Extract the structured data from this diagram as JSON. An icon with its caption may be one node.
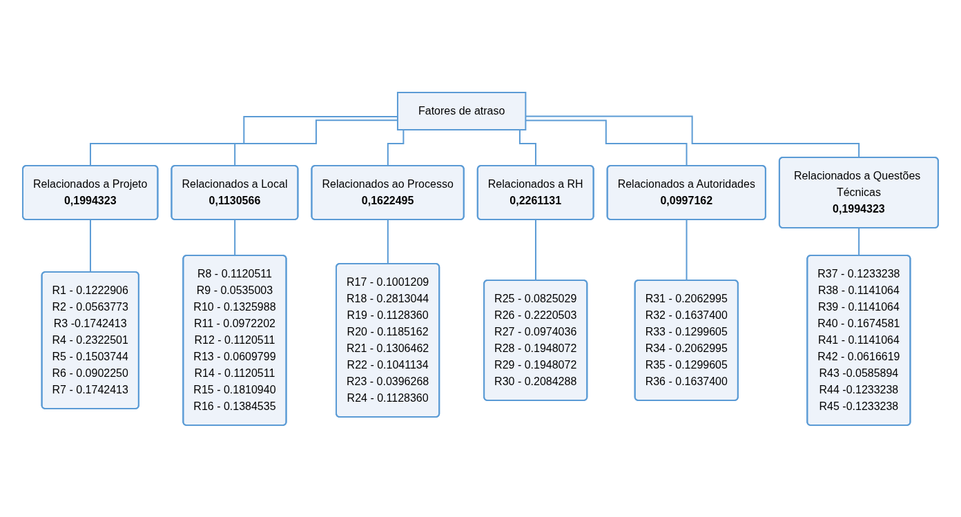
{
  "diagram": {
    "nodes": [
      {
        "text": [
          "Fatores de atraso"
        ]
      },
      {
        "text": [
          "Relacionados a Projeto",
          "0,1994323"
        ]
      },
      {
        "text": [
          "Relacionados a Local",
          "0,1130566"
        ]
      },
      {
        "text": [
          "Relacionados ao Processo",
          "0,1622495"
        ]
      },
      {
        "text": [
          "Relacionados a RH",
          "0,2261131"
        ]
      },
      {
        "text": [
          "Relacionados a Autoridades",
          "0,0997162"
        ]
      },
      {
        "text": [
          "Relacionados a Questões Técnicas",
          "0,1994323"
        ]
      },
      {
        "text": [
          "R1 - 0.1222906",
          "R2 - 0.0563773",
          "R3 -0.1742413",
          "R4 - 0.2322501",
          "R5 - 0.1503744",
          "R6 - 0.0902250",
          "R7 - 0.1742413"
        ]
      },
      {
        "text": [
          "R8 - 0.1120511",
          "R9 - 0.0535003",
          "R10 - 0.1325988",
          "R11 - 0.0972202",
          "R12 - 0.1120511",
          "R13 - 0.0609799",
          "R14 - 0.1120511",
          "R15 - 0.1810940",
          "R16 - 0.1384535"
        ]
      },
      {
        "text": [
          "R17 - 0.1001209",
          "R18 - 0.2813044",
          "R19 - 0.1128360",
          "R20 - 0.1185162",
          "R21 - 0.1306462",
          "R22 - 0.1041134",
          "R23 - 0.0396268",
          "R24 - 0.1128360"
        ]
      },
      {
        "text": [
          "R25 - 0.0825029",
          "R26 - 0.2220503",
          "R27 - 0.0974036",
          "R28 - 0.1948072",
          "R29 - 0.1948072",
          "R30 - 0.2084288"
        ]
      },
      {
        "text": [
          "R31 - 0.2062995",
          "R32 - 0.1637400",
          "R33 - 0.1299605",
          "R34 - 0.2062995",
          "R35 - 0.1299605",
          "R36 - 0.1637400"
        ]
      },
      {
        "text": [
          "R37 - 0.1233238",
          "R38 - 0.1141064",
          "R39 - 0.1141064",
          "R40 - 0.1674581",
          "R41 - 0.1141064",
          "R42 - 0.0616619",
          "R43 -0.0585894",
          "R44 -0.1233238",
          "R45 -0.1233238"
        ]
      }
    ],
    "edges": [
      {
        "from": 0,
        "to": 1,
        "arrow": "none"
      },
      {
        "from": 0,
        "to": 2,
        "arrow": "none"
      },
      {
        "from": 0,
        "to": 3,
        "arrow": "none"
      },
      {
        "from": 0,
        "to": 4,
        "arrow": "none"
      },
      {
        "from": 0,
        "to": 5,
        "arrow": "none"
      },
      {
        "from": 0,
        "to": 6,
        "arrow": "none"
      },
      {
        "from": 1,
        "to": 7,
        "arrow": "none"
      },
      {
        "from": 2,
        "to": 8,
        "arrow": "none"
      },
      {
        "from": 3,
        "to": 9,
        "arrow": "none"
      },
      {
        "from": 4,
        "to": 10,
        "arrow": "none"
      },
      {
        "from": 5,
        "to": 11,
        "arrow": "none"
      },
      {
        "from": 6,
        "to": 12,
        "arrow": "none"
      }
    ]
  }
}
